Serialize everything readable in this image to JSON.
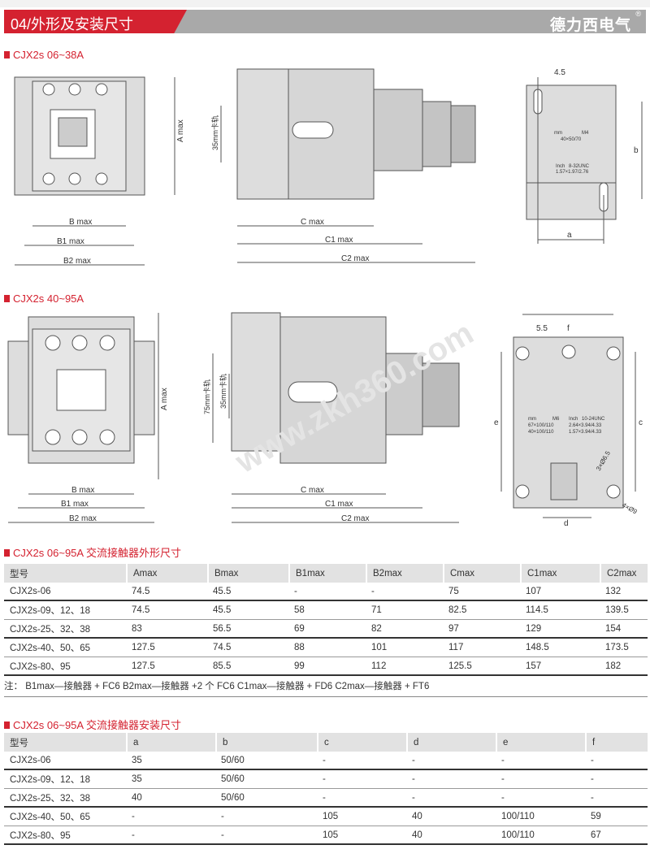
{
  "header": {
    "title": "04/外形及安装尺寸",
    "brand": "德力西电气",
    "reg": "®"
  },
  "section1": {
    "title": "CJX2s 06~38A",
    "front": {
      "bmax": "B max",
      "b1max": "B1 max",
      "b2max": "B2 max",
      "amax": "A max"
    },
    "side": {
      "rail": "35mm卡轨",
      "cmax": "C max",
      "c1max": "C1 max",
      "c2max": "C2 max"
    },
    "mount": {
      "dim45": "4.5",
      "b": "b",
      "a": "a",
      "mm": "mm",
      "m4": "M4",
      "mmv": "40×50/70",
      "inch": "Inch",
      "unc": "8-32UNC",
      "inchv": "1.57×1.97/2.76"
    }
  },
  "section2": {
    "title": "CJX2s 40~95A",
    "front": {
      "bmax": "B max",
      "b1max": "B1 max",
      "b2max": "B2 max",
      "amax": "A max"
    },
    "side": {
      "rail75": "75mm卡轨",
      "rail35": "35mm卡轨",
      "cmax": "C max",
      "c1max": "C1 max",
      "c2max": "C2 max"
    },
    "mount": {
      "dim55": "5.5",
      "f": "f",
      "e": "e",
      "c": "c",
      "d": "d",
      "hole3": "3×Ø6.5",
      "hole4": "4×Ø9",
      "mm": "mm",
      "m6": "M6",
      "mm1": "67×100/110",
      "mm2": "40×100/110",
      "inch": "Inch",
      "unc": "10-24UNC",
      "in1": "2.64×3.94/4.33",
      "in2": "1.57×3.94/4.33"
    }
  },
  "watermark": "www.zkh360.com",
  "table1": {
    "title": "CJX2s 06~95A 交流接触器外形尺寸",
    "headers": [
      "型号",
      "Amax",
      "Bmax",
      "B1max",
      "B2max",
      "Cmax",
      "C1max",
      "C2max"
    ],
    "rows": [
      [
        "CJX2s-06",
        "74.5",
        "45.5",
        "-",
        "-",
        "75",
        "107",
        "132"
      ],
      [
        "CJX2s-09、12、18",
        "74.5",
        "45.5",
        "58",
        "71",
        "82.5",
        "114.5",
        "139.5"
      ],
      [
        "CJX2s-25、32、38",
        "83",
        "56.5",
        "69",
        "82",
        "97",
        "129",
        "154"
      ],
      [
        "CJX2s-40、50、65",
        "127.5",
        "74.5",
        "88",
        "101",
        "117",
        "148.5",
        "173.5"
      ],
      [
        "CJX2s-80、95",
        "127.5",
        "85.5",
        "99",
        "112",
        "125.5",
        "157",
        "182"
      ]
    ],
    "note": "注：  B1max—接触器 + FC6   B2max—接触器 +2 个 FC6   C1max—接触器 + FD6   C2max—接触器 + FT6"
  },
  "table2": {
    "title": "CJX2s 06~95A 交流接触器安装尺寸",
    "headers": [
      "型号",
      "a",
      "b",
      "c",
      "d",
      "e",
      "f"
    ],
    "rows": [
      [
        "CJX2s-06",
        "35",
        "50/60",
        "-",
        "-",
        "-",
        "-"
      ],
      [
        "CJX2s-09、12、18",
        "35",
        "50/60",
        "-",
        "-",
        "-",
        "-"
      ],
      [
        "CJX2s-25、32、38",
        "40",
        "50/60",
        "-",
        "-",
        "-",
        "-"
      ],
      [
        "CJX2s-40、50、65",
        "-",
        "-",
        "105",
        "40",
        "100/110",
        "59"
      ],
      [
        "CJX2s-80、95",
        "-",
        "-",
        "105",
        "40",
        "100/110",
        "67"
      ]
    ]
  }
}
